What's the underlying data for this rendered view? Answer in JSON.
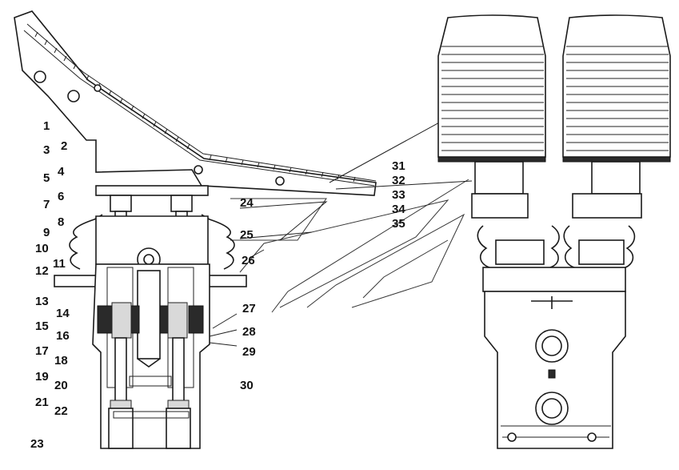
{
  "callouts": {
    "n1": "1",
    "n2": "2",
    "n3": "3",
    "n4": "4",
    "n5": "5",
    "n6": "6",
    "n7": "7",
    "n8": "8",
    "n9": "9",
    "n10": "10",
    "n11": "11",
    "n12": "12",
    "n13": "13",
    "n14": "14",
    "n15": "15",
    "n16": "16",
    "n17": "17",
    "n18": "18",
    "n19": "19",
    "n20": "20",
    "n21": "21",
    "n22": "22",
    "n23": "23",
    "n24": "24",
    "n25": "25",
    "n26": "26",
    "n27": "27",
    "n28": "28",
    "n29": "29",
    "n30": "30",
    "n31": "31",
    "n32": "32",
    "n33": "33",
    "n34": "34",
    "n35": "35"
  },
  "colors": {
    "ink": "#1a1a1a",
    "paper": "#ffffff",
    "shade": "#d9d9d9"
  }
}
